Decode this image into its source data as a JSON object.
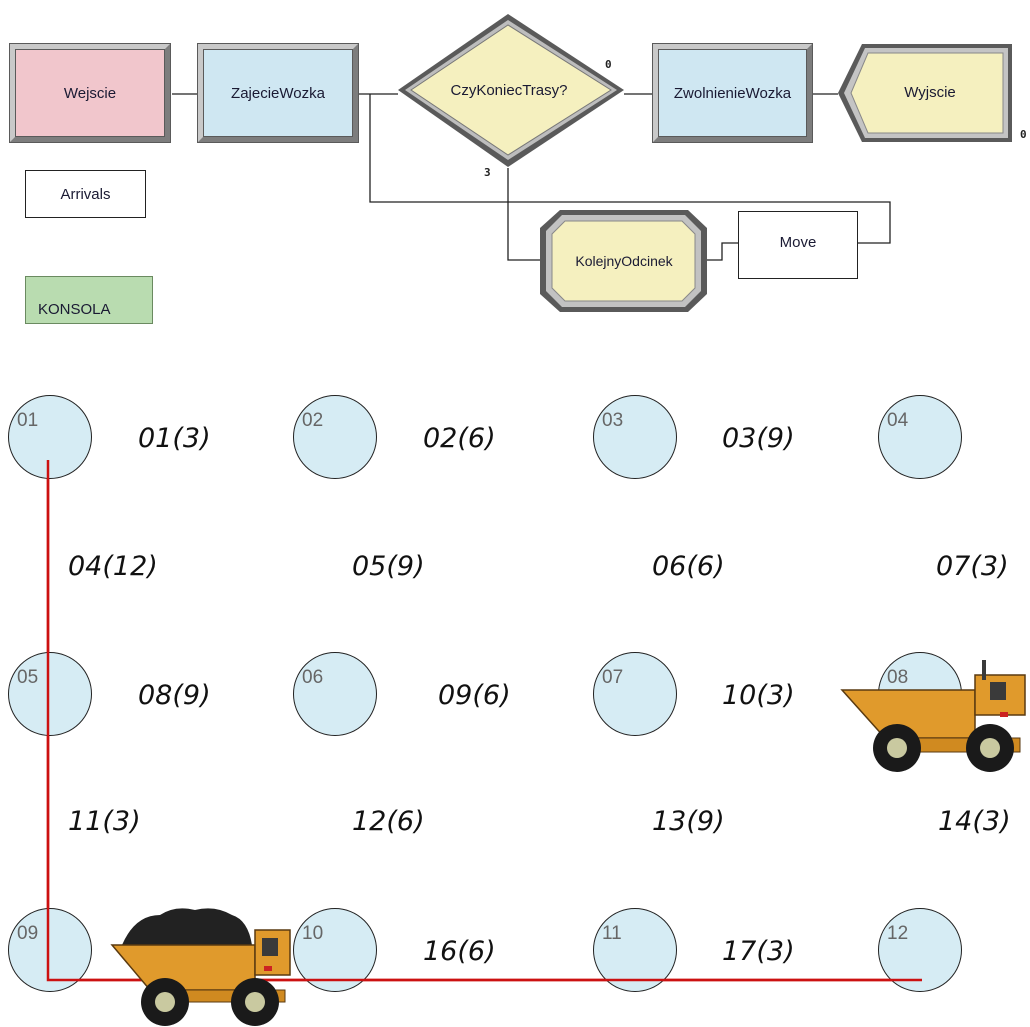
{
  "flowchart": {
    "blocks": {
      "wejscie": "Wejscie",
      "zajecie": "ZajecieWozka",
      "decision": "CzyKoniecTrasy?",
      "zwolnienie": "ZwolnienieWozka",
      "wyjscie": "Wyjscie",
      "arrivals": "Arrivals",
      "kolejny": "KolejnyOdcinek",
      "move": "Move",
      "konsola": "KONSOLA"
    },
    "counters": {
      "decision_true": "0",
      "decision_false": "3",
      "wyjscie_count": "0"
    },
    "colors": {
      "wejscie": "#f1c6cc",
      "process": "#cfe7f2",
      "decision": "#f5f0bf",
      "exit": "#f5f0bf",
      "konsola": "#b9dcb0"
    }
  },
  "network": {
    "nodes": [
      "01",
      "02",
      "03",
      "04",
      "05",
      "06",
      "07",
      "08",
      "09",
      "10",
      "11",
      "12"
    ],
    "edges": [
      "01(3)",
      "02(6)",
      "03(9)",
      "04(12)",
      "05(9)",
      "06(6)",
      "07(3)",
      "08(9)",
      "09(6)",
      "10(3)",
      "11(3)",
      "12(6)",
      "13(9)",
      "14(3)",
      "16(6)",
      "17(3)"
    ],
    "route_color": "#cc1111",
    "node_fill": "#d6ecf4"
  },
  "vehicles": [
    {
      "name": "dump-truck-empty",
      "location": "08"
    },
    {
      "name": "dump-truck-loaded",
      "location": "09-10"
    }
  ]
}
